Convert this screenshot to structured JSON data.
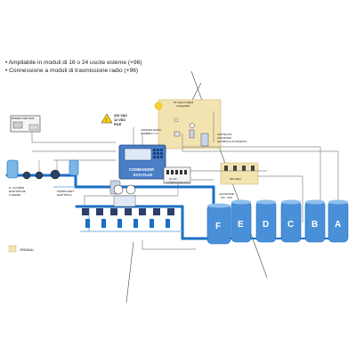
{
  "intro": {
    "lines": [
      "• Ampliabile in moduli di 16 o 24 uscite esterne (+96)",
      "• Connessione a moduli di trasmissione radio (+96)"
    ]
  },
  "labels": {
    "modem": "MODEM GSM/ SMS",
    "power_supply": [
      "220 VAC",
      "12 VDC",
      "PILE"
    ],
    "radio_antenna": [
      "ANTENNA RADIO",
      "24 V 12 V"
    ],
    "digital_inputs": [
      "16 ingressi digitali",
      "configurabili"
    ],
    "flow_meters": [
      "CONTALITRI",
      "CONTATORI",
      "AD IMPULSI AUTOMATICI"
    ],
    "commander_brand": "COMMANDER",
    "commander_model": "EVO PLUS",
    "main_pumps": [
      "N. 3 POMPE",
      "ELETTRICHE",
      "O DIESEL"
    ],
    "fertilizer_pump": [
      "POMPA FERT.",
      "ELETTRICA"
    ],
    "expansion_module": [
      "(N. 120",
      "CONNESSIONE 32V0)"
    ],
    "radio_module": "(RS radio)",
    "agitators": [
      "AGITATORE",
      "ON - OFF"
    ],
    "legend_note": "ORIGINALI"
  },
  "tanks": [
    "F",
    "E",
    "D",
    "C",
    "B",
    "A"
  ],
  "colors": {
    "pipe": "#1a6fc4",
    "pipe_light": "#7ab6e6",
    "tan_panel": "#f3e3b0",
    "tank": "#4a90d9",
    "commander_body": "#4a7fc8",
    "wire": "#777777"
  }
}
